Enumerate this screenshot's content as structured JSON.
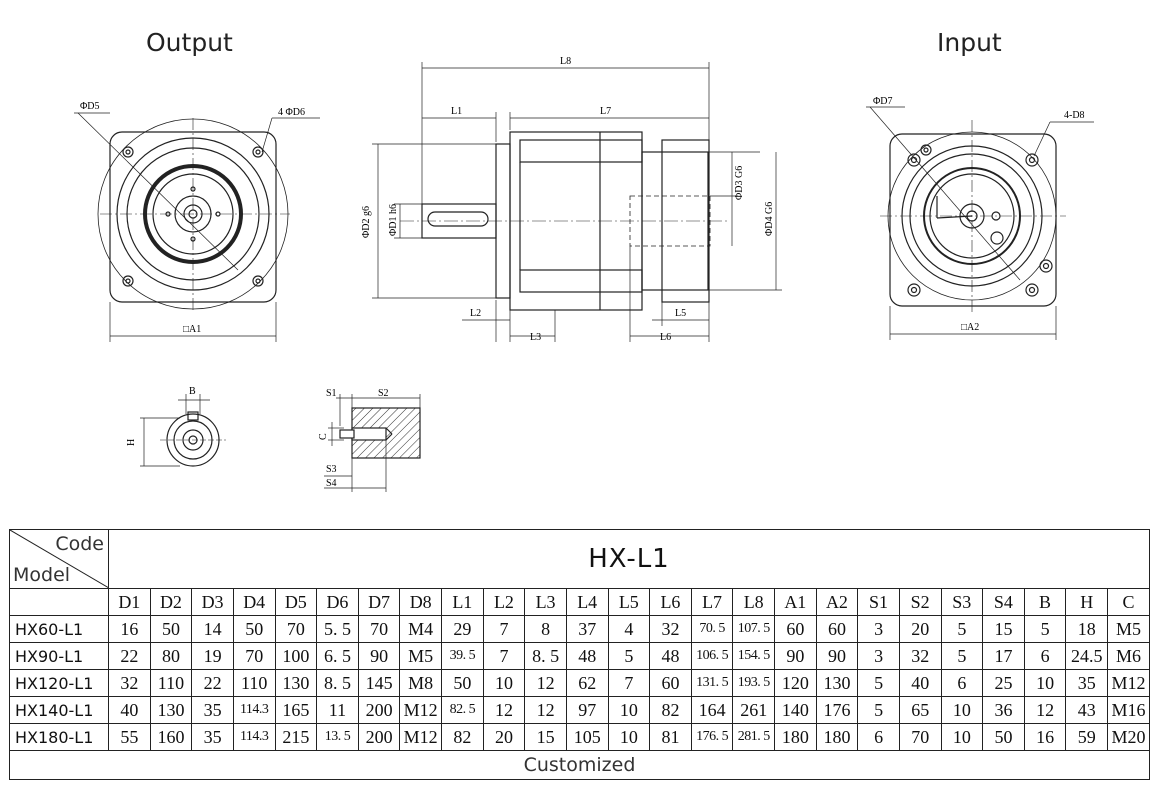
{
  "views": {
    "output_title": "Output",
    "input_title": "Input"
  },
  "labels": {
    "D5": "ΦD5",
    "D6": "4 ΦD6",
    "A1": "□A1",
    "D7": "ΦD7",
    "D8": "4-D8",
    "A2": "□A2",
    "L8": "L8",
    "L1": "L1",
    "L7": "L7",
    "L2": "L2",
    "L3": "L3",
    "L5": "L5",
    "L6": "L6",
    "D2": "ΦD2 g6",
    "D1": "ΦD1 h6",
    "D3": "ΦD3 G6",
    "D4": "ΦD4 G6",
    "B": "B",
    "H": "H",
    "S1": "S1",
    "S2": "S2",
    "C": "C",
    "S3": "S3",
    "S4": "S4"
  },
  "table": {
    "corner_code": "Code",
    "corner_model": "Model",
    "series": "HX-L1",
    "columns": [
      "D1",
      "D2",
      "D3",
      "D4",
      "D5",
      "D6",
      "D7",
      "D8",
      "L1",
      "L2",
      "L3",
      "L4",
      "L5",
      "L6",
      "L7",
      "L8",
      "A1",
      "A2",
      "S1",
      "S2",
      "S3",
      "S4",
      "B",
      "H",
      "C"
    ],
    "rows": [
      {
        "model": "HX60-L1",
        "values": [
          "16",
          "50",
          "14",
          "50",
          "70",
          "5. 5",
          "70",
          "M4",
          "29",
          "7",
          "8",
          "37",
          "4",
          "32",
          "70. 5",
          "107. 5",
          "60",
          "60",
          "3",
          "20",
          "5",
          "15",
          "5",
          "18",
          "M5"
        ]
      },
      {
        "model": "HX90-L1",
        "values": [
          "22",
          "80",
          "19",
          "70",
          "100",
          "6. 5",
          "90",
          "M5",
          "39. 5",
          "7",
          "8. 5",
          "48",
          "5",
          "48",
          "106. 5",
          "154. 5",
          "90",
          "90",
          "3",
          "32",
          "5",
          "17",
          "6",
          "24.5",
          "M6"
        ]
      },
      {
        "model": "HX120-L1",
        "values": [
          "32",
          "110",
          "22",
          "110",
          "130",
          "8. 5",
          "145",
          "M8",
          "50",
          "10",
          "12",
          "62",
          "7",
          "60",
          "131. 5",
          "193. 5",
          "120",
          "130",
          "5",
          "40",
          "6",
          "25",
          "10",
          "35",
          "M12"
        ]
      },
      {
        "model": "HX140-L1",
        "values": [
          "40",
          "130",
          "35",
          "114.3",
          "165",
          "11",
          "200",
          "M12",
          "82. 5",
          "12",
          "12",
          "97",
          "10",
          "82",
          "164",
          "261",
          "140",
          "176",
          "5",
          "65",
          "10",
          "36",
          "12",
          "43",
          "M16"
        ]
      },
      {
        "model": "HX180-L1",
        "values": [
          "55",
          "160",
          "35",
          "114.3",
          "215",
          "13. 5",
          "200",
          "M12",
          "82",
          "20",
          "15",
          "105",
          "10",
          "81",
          "176. 5",
          "281. 5",
          "180",
          "180",
          "6",
          "70",
          "10",
          "50",
          "16",
          "59",
          "M20"
        ]
      }
    ],
    "footer": "Customized"
  }
}
